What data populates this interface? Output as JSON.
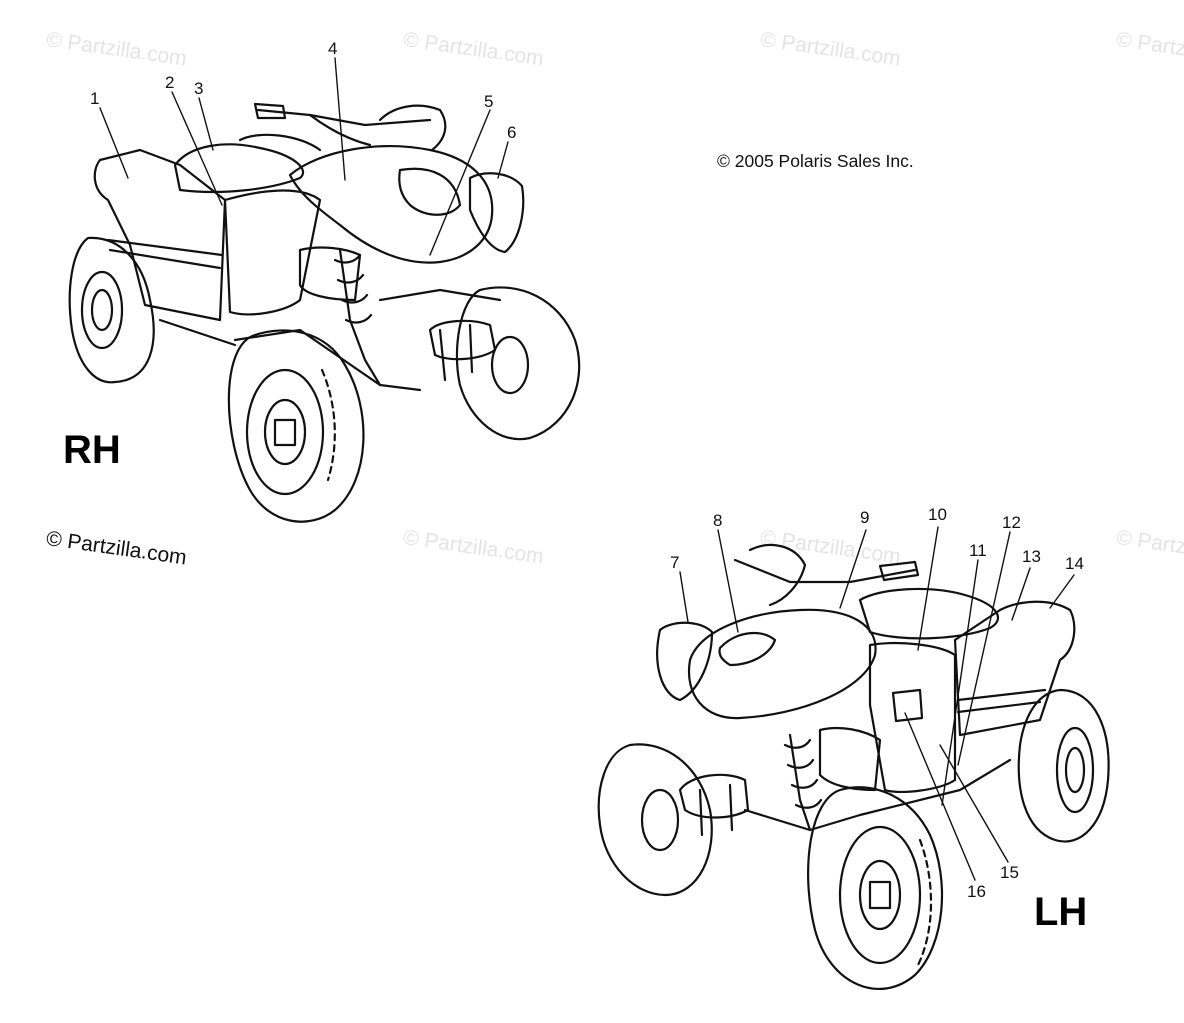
{
  "watermark_text": "© Partzilla.com",
  "copyright": "© 2005 Polaris Sales Inc.",
  "partzilla_mark": "© Partzilla.com",
  "views": {
    "right": {
      "label": "RH"
    },
    "left": {
      "label": "LH"
    }
  },
  "callouts": [
    "1",
    "2",
    "3",
    "4",
    "5",
    "6",
    "7",
    "8",
    "9",
    "10",
    "11",
    "12",
    "13",
    "14",
    "15",
    "16"
  ],
  "colors": {
    "line": "#111111",
    "watermark": "#e4e4e4",
    "background": "#ffffff"
  }
}
